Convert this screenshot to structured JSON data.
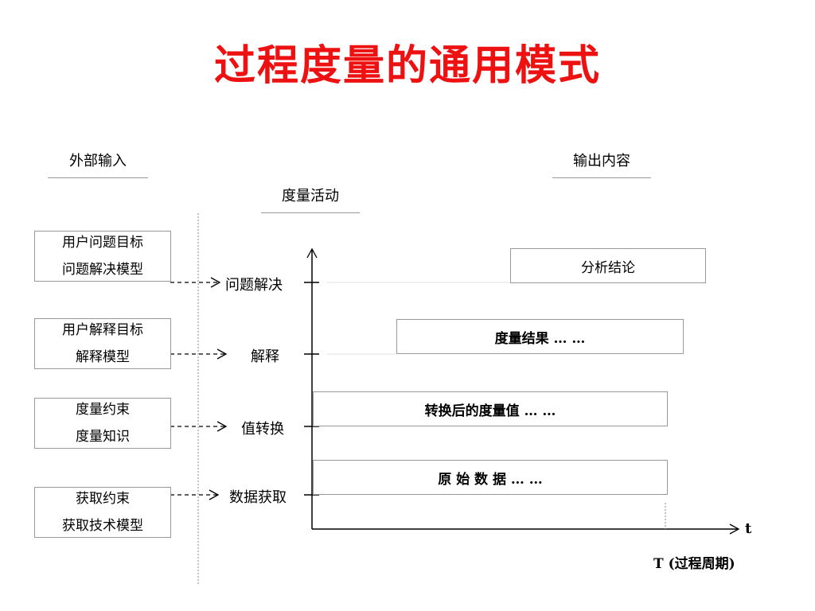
{
  "title": "过程度量的通用模式",
  "headers": {
    "input": "外部输入",
    "output": "输出内容",
    "activity": "度量活动"
  },
  "inputs": [
    {
      "line1": "用户问题目标",
      "line2": "问题解决模型"
    },
    {
      "line1": "用户解释目标",
      "line2": "解释模型"
    },
    {
      "line1": "度量约束",
      "line2": "度量知识"
    },
    {
      "line1": "获取约束",
      "line2": "获取技术模型"
    }
  ],
  "activities": [
    "问题解决",
    "解释",
    "值转换",
    "数据获取"
  ],
  "outputs": [
    "分析结论",
    "度量结果 … …",
    "转换后的度量值 … …",
    "原 始 数 据 … …"
  ],
  "axis": {
    "t_label": "t",
    "T_label": "T (过程周期)"
  }
}
